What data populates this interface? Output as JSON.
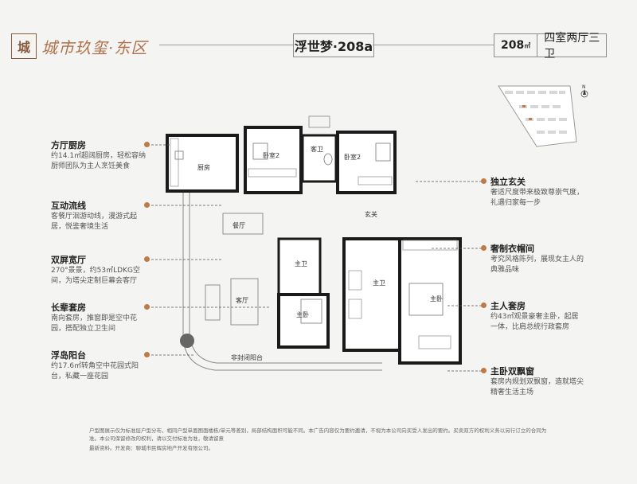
{
  "brand": {
    "logo_text": "城",
    "name": "城市玖玺·东区"
  },
  "unit": {
    "name": "浮世梦·208a",
    "area_value": "208",
    "area_unit": "㎡",
    "layout": "四室两厅三卫"
  },
  "compass": {
    "north": "N"
  },
  "rooms": {
    "kitchen": "厨房",
    "bedroom_a": "卧室2",
    "guest_bath": "客卫",
    "bedroom_b": "卧室2",
    "foyer": "玄关",
    "dining": "餐厅",
    "living": "客厅",
    "bath_a": "主卫",
    "bedroom_master_elder": "主卧",
    "bath_master": "主卫",
    "master": "主卧",
    "balcony": "非封闭阳台"
  },
  "annotations": {
    "left": [
      {
        "title": "方厅厨房",
        "desc": [
          "约14.1㎡超阔厨房，轻松容纳",
          "厨师团队为主人烹饪美食"
        ]
      },
      {
        "title": "互动流线",
        "desc": [
          "客餐厅洄游动线，漫游式起",
          "居，悦鉴奢境生活"
        ]
      },
      {
        "title": "双屏宽厅",
        "desc": [
          "270°景景，约53㎡LDKG空",
          "间，为塔尖定制巨幕会客厅"
        ]
      },
      {
        "title": "长辈套房",
        "desc": [
          "南向套房，推窗即是空中花",
          "园，搭配独立卫生间"
        ]
      },
      {
        "title": "浮岛阳台",
        "desc": [
          "约17.6㎡转角空中花园式阳",
          "台，私藏一座花园"
        ]
      }
    ],
    "right": [
      {
        "title": "独立玄关",
        "desc": [
          "奢适尺度带来极致尊崇气度，",
          "礼遇归家每一步"
        ]
      },
      {
        "title": "奢制衣帽间",
        "desc": [
          "考究风格陈列，展现女主人的",
          "典雅品味"
        ]
      },
      {
        "title": "主人套房",
        "desc": [
          "约43㎡观景豪奢主卧，起居",
          "一体，比肩总统行政套房"
        ]
      },
      {
        "title": "主卧双飘窗",
        "desc": [
          "套房内规划双飘窗，造就塔尖",
          "精奢生活主场"
        ]
      }
    ]
  },
  "footer": {
    "disclaimer": "户型图展示仅为标准层户型分布，相同户型单面图面楼栋/单元等差别，局部结构面积可能不同。本广告内容仅为要约邀请，不视为本公司向买受人发出的要约。买卖双方的权利义务以另行订立的合同为准。本公司保留修改的权利，请以交付标准为准，敬请留意",
    "line2": "最新资料。开发商：聊城市民辉房地产开发有限公司。"
  },
  "colors": {
    "accent": "#c07a48",
    "brand": "#b0714a",
    "wall": "#1a1a1a",
    "line": "#8a8a8a"
  }
}
